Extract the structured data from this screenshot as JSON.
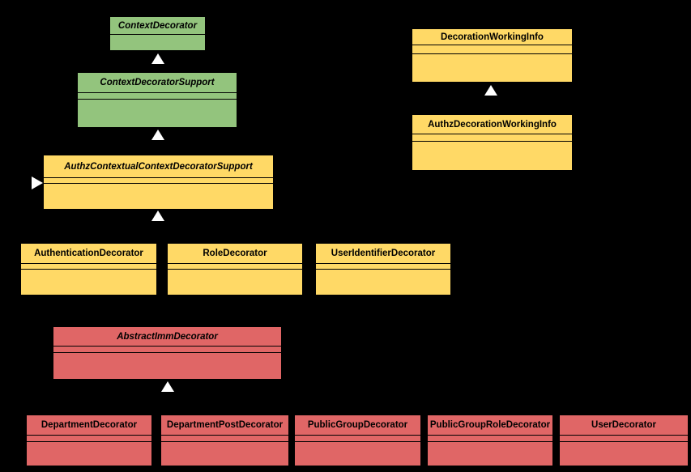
{
  "diagram": {
    "type": "uml-class-diagram",
    "background": "#000000",
    "colors": {
      "green": "#93c47d",
      "yellow": "#ffd966",
      "red": "#e06666",
      "border": "#000000",
      "arrow": "#ffffff"
    },
    "classes": [
      {
        "id": "context-decorator",
        "name": "ContextDecorator",
        "color": "green",
        "abstract": true
      },
      {
        "id": "context-decorator-support",
        "name": "ContextDecoratorSupport",
        "color": "green",
        "abstract": true
      },
      {
        "id": "authz-contextual-context-decorator-support",
        "name": "AuthzContextualContextDecoratorSupport",
        "color": "yellow",
        "abstract": true
      },
      {
        "id": "authentication-decorator",
        "name": "AuthenticationDecorator",
        "color": "yellow",
        "abstract": false
      },
      {
        "id": "role-decorator",
        "name": "RoleDecorator",
        "color": "yellow",
        "abstract": false
      },
      {
        "id": "user-identifier-decorator",
        "name": "UserIdentifierDecorator",
        "color": "yellow",
        "abstract": false
      },
      {
        "id": "decoration-working-info",
        "name": "DecorationWorkingInfo",
        "color": "yellow",
        "abstract": false
      },
      {
        "id": "authz-decoration-working-info",
        "name": "AuthzDecorationWorkingInfo",
        "color": "yellow",
        "abstract": false
      },
      {
        "id": "abstract-imm-decorator",
        "name": "AbstractImmDecorator",
        "color": "red",
        "abstract": true
      },
      {
        "id": "department-decorator",
        "name": "DepartmentDecorator",
        "color": "red",
        "abstract": false
      },
      {
        "id": "department-post-decorator",
        "name": "DepartmentPostDecorator",
        "color": "red",
        "abstract": false
      },
      {
        "id": "public-group-decorator",
        "name": "PublicGroupDecorator",
        "color": "red",
        "abstract": false
      },
      {
        "id": "public-group-role-decorator",
        "name": "PublicGroupRoleDecorator",
        "color": "red",
        "abstract": false
      },
      {
        "id": "user-decorator",
        "name": "UserDecorator",
        "color": "red",
        "abstract": false
      }
    ],
    "arrowheads": [
      {
        "type": "generalization",
        "points_to": "context-decorator",
        "direction": "up"
      },
      {
        "type": "generalization",
        "points_to": "context-decorator-support",
        "direction": "up"
      },
      {
        "type": "generalization",
        "points_to": "authz-contextual-context-decorator-support",
        "direction": "up"
      },
      {
        "type": "generalization",
        "points_to": "authz-contextual-context-decorator-support",
        "direction": "right"
      },
      {
        "type": "generalization",
        "points_to": "decoration-working-info",
        "direction": "up"
      },
      {
        "type": "generalization",
        "points_to": "abstract-imm-decorator",
        "direction": "up"
      }
    ]
  }
}
